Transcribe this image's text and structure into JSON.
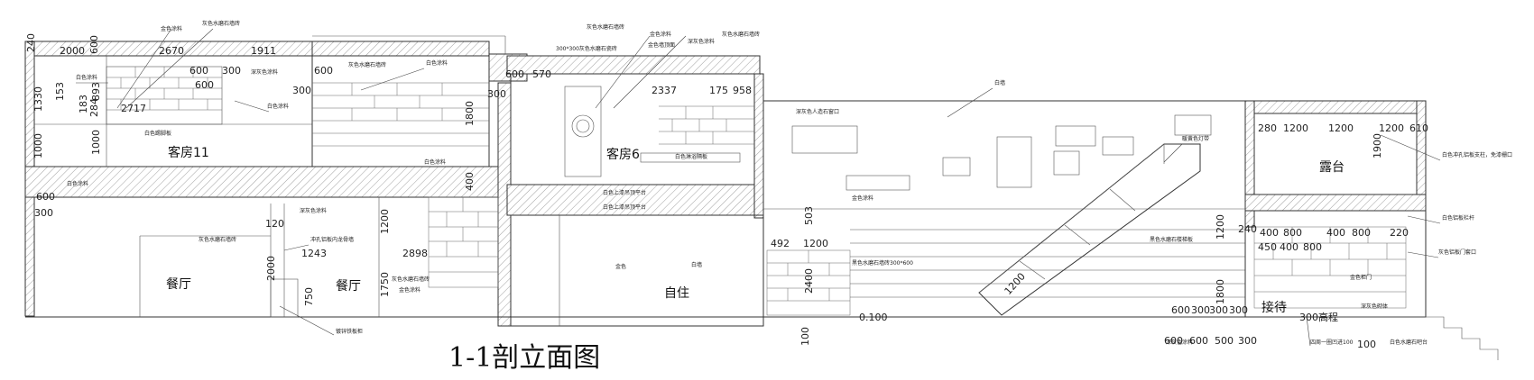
{
  "title": "1-1剖立面图",
  "rooms": {
    "guest11": "客房11",
    "guest6": "客房6",
    "dining_left": "餐厅",
    "dining_right": "餐厅",
    "self_live": "自住",
    "terrace": "露台",
    "reception": "接待"
  },
  "dims": {
    "d240a": "240",
    "d2000": "2000",
    "d2670": "2670",
    "d1911": "1911",
    "d600a": "600",
    "d600b": "600",
    "d300a": "300",
    "d1330": "1330",
    "d153": "153",
    "d893": "893",
    "d183": "183",
    "d284": "284",
    "d2717": "2717",
    "d1000a": "1000",
    "d1000b": "1000",
    "d600c": "600",
    "d300b": "300",
    "d600d": "600",
    "d570": "570",
    "d300c": "300",
    "d1800": "1800",
    "d400a": "400",
    "d2337": "2337",
    "d175": "175",
    "d958": "958",
    "d300d": "300",
    "d600e": "600",
    "d120": "120",
    "d1243": "1243",
    "d2898": "2898",
    "d1200a": "1200",
    "d2000b": "2000",
    "d1750": "1750",
    "d750": "750",
    "d492": "492",
    "d1200b": "1200",
    "d503": "503",
    "d2400": "2400",
    "d280": "280",
    "d1200c": "1200",
    "d1200d": "1200",
    "d1200e": "1200",
    "d610": "610",
    "d1900": "1900",
    "d400b": "400",
    "d800a": "800",
    "d400c": "400",
    "d800b": "800",
    "d220": "220",
    "d450": "450",
    "d400d": "400",
    "d800c": "800",
    "d240b": "240",
    "d1200f": "1200",
    "d1800b": "1800",
    "d600f": "600",
    "d300e": "300",
    "d300f": "300",
    "d300g": "300",
    "d600g": "600",
    "d600h": "600",
    "d500": "500",
    "d300h": "300",
    "d100a": "100",
    "d100b": "100",
    "d0100": "0.100",
    "d1200g": "1200",
    "d300h2": "300高程"
  },
  "notes": {
    "n1": "金色涂料",
    "n2": "灰色水磨石墙砖",
    "n3": "白色涂料",
    "n4": "深灰色涂料",
    "n5": "白色涂料",
    "n6": "白色涂料",
    "n7": "白色踢脚板",
    "n8": "灰色水磨石墙砖",
    "n9": "白色涂料",
    "n10": "白色涂料",
    "n11": "300*300灰色水磨石瓷砖",
    "n12": "金色涂料",
    "n13": "金色墙顶面",
    "n14": "灰色水磨石墙砖",
    "n15": "深灰色涂料",
    "n16": "灰色水磨石墙砖",
    "n17": "白色淋浴隔板",
    "n18": "白色上漆吊顶平台",
    "n19": "白色上漆吊顶平台",
    "n20": "深灰色人造石窗口",
    "n21": "白墙",
    "n22": "深灰色涂料",
    "n23": "金色涂料",
    "n24": "灰色水磨石墙砖",
    "n25": "冲孔铝板内龙骨墙",
    "n26": "灰色水磨石墙砖",
    "n27": "金色涂料",
    "n28": "镀锌铁板柜",
    "n29": "金色",
    "n30": "白墙",
    "n31": "黑色水磨石墙砖300*600",
    "n32": "黑色水磨石楼梯板",
    "n33": "暖黄色灯带",
    "n34": "白色冲孔铝板支柱，免漆栅口",
    "n35": "白色铝板栏杆",
    "n36": "灰色铝板门套口",
    "n37": "金色柜门",
    "n38": "深灰色砌体",
    "n39": "深灰色涂料",
    "n40": "四周一圈凹进100",
    "n41": "白色水磨石吧台",
    "n42": "100"
  }
}
